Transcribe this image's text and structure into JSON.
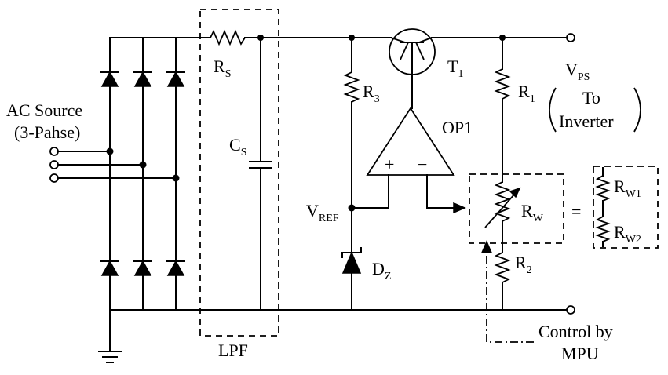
{
  "labels": {
    "ac_source_line1": "AC Source",
    "ac_source_line2": "(3-Pahse)",
    "rs_main": "R",
    "rs_sub": "S",
    "cs_main": "C",
    "cs_sub": "S",
    "lpf": "LPF",
    "r3_main": "R",
    "r3_sub": "3",
    "vref_main": "V",
    "vref_sub": "REF",
    "dz_main": "D",
    "dz_sub": "Z",
    "t1_main": "T",
    "t1_sub": "1",
    "op1": "OP1",
    "op_plus": "+",
    "op_minus": "−",
    "r1_main": "R",
    "r1_sub": "1",
    "r2_main": "R",
    "r2_sub": "2",
    "rw_main": "R",
    "rw_sub": "W",
    "vps_main": "V",
    "vps_sub": "PS",
    "to": "To",
    "inverter": "Inverter",
    "equals": "=",
    "rw1_main": "R",
    "rw1_sub": "W1",
    "rw2_main": "R",
    "rw2_sub": "W2",
    "control_line1": "Control by",
    "control_line2": "MPU"
  }
}
